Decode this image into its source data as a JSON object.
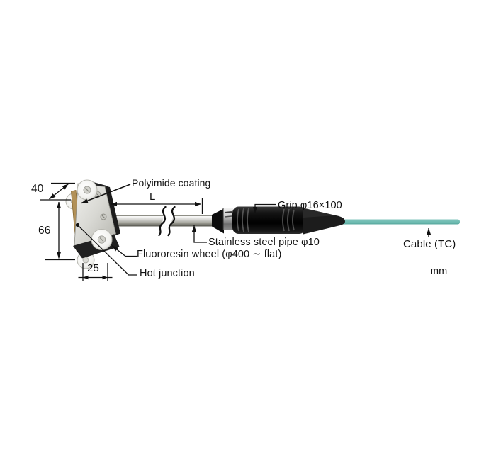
{
  "diagram": {
    "title_hint": "surface temperature probe outline drawing",
    "unit_note": "mm",
    "labels": {
      "polyimide": "Polyimide coating",
      "length": "L",
      "grip": "Grip φ16×100",
      "pipe": "Stainless steel pipe φ10",
      "wheel": "Fluororesin wheel (φ400 ∼ flat)",
      "hot_junction": "Hot junction",
      "cable": "Cable (TC)"
    },
    "dimensions": {
      "top_face": "40",
      "height": "66",
      "bottom_width": "25"
    },
    "colors": {
      "ink": "#111111",
      "cable": "#6ebbb1",
      "grip_body": "#0a0a0a",
      "tan_strip": "#b29158",
      "plate": "#d8d8d3",
      "wheel": "#f4f4f1"
    }
  }
}
